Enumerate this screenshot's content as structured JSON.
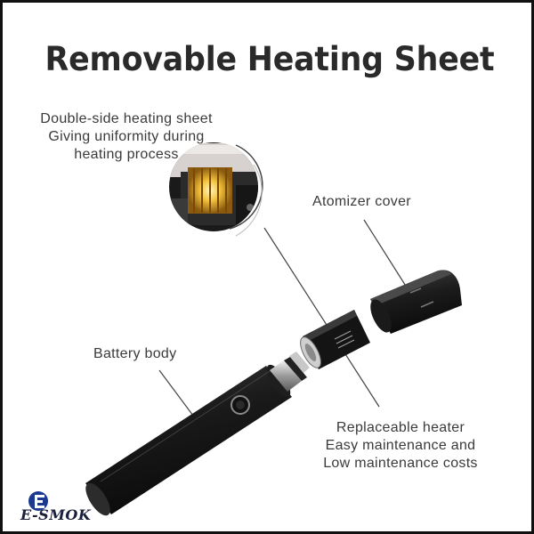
{
  "title": "Removable Heating Sheet",
  "callouts": {
    "heating_sheet": [
      "Double-side heating sheet",
      "Giving uniformity during",
      "heating process"
    ],
    "atomizer_cover": "Atomizer cover",
    "battery_body": "Battery body",
    "replaceable_heater": [
      "Replaceable heater",
      "Easy maintenance and",
      "Low maintenance costs"
    ]
  },
  "brand": {
    "name": "E-SMOK",
    "color": "#1b3a8f"
  }
}
